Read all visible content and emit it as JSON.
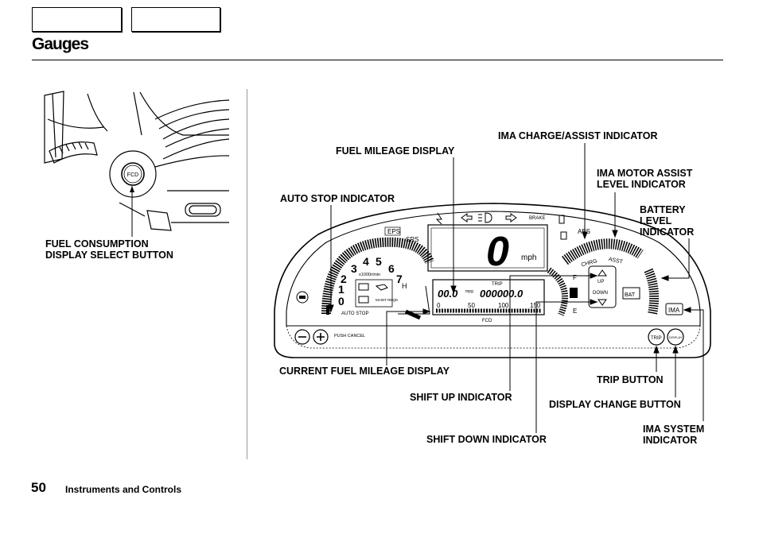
{
  "header": {
    "title": "Gauges"
  },
  "footer": {
    "page_number": "50",
    "section": "Instruments and Controls"
  },
  "left_figure": {
    "button_text": "FCD",
    "callout": [
      "FUEL CONSUMPTION",
      "DISPLAY SELECT BUTTON"
    ]
  },
  "gauge": {
    "eps": "EPS",
    "srs": "SRS",
    "brake": "BRAKE",
    "abs": "ABS",
    "speed": "0",
    "speed_unit": "mph",
    "tach_numbers": [
      "0",
      "1",
      "2",
      "3",
      "4",
      "5",
      "6",
      "7"
    ],
    "tach_unit": "x1000r/min",
    "maint": "MAINT REQD",
    "temp_h": "H",
    "auto_stop": "AUTO STOP",
    "trip_label": "TRIP",
    "mileage": "00.0",
    "mileage_unit": "mpg",
    "odometer": "000000.0",
    "bar_scale": [
      "0",
      "50",
      "100",
      "150"
    ],
    "fcd": "FCD",
    "charge_assist": [
      "CHRG",
      "ASST"
    ],
    "up": "UP",
    "down": "DOWN",
    "fuel_f": "F",
    "fuel_e": "E",
    "bat": "BAT",
    "ima": "IMA",
    "push_cancel": "PUSH CANCEL",
    "trip_button": "TRIP",
    "display_button": "DISPLAY"
  },
  "callouts": {
    "ima_charge_assist": "IMA CHARGE/ASSIST INDICATOR",
    "fuel_mileage": "FUEL MILEAGE DISPLAY",
    "ima_motor_assist": [
      "IMA MOTOR ASSIST",
      "LEVEL INDICATOR"
    ],
    "auto_stop": "AUTO STOP INDICATOR",
    "battery_level": [
      "BATTERY",
      "LEVEL",
      "INDICATOR"
    ],
    "current_fuel_mileage": "CURRENT FUEL MILEAGE DISPLAY",
    "trip_button": "TRIP BUTTON",
    "shift_up": "SHIFT UP INDICATOR",
    "display_change": "DISPLAY CHANGE BUTTON",
    "ima_system": [
      "IMA SYSTEM",
      "INDICATOR"
    ],
    "shift_down": "SHIFT DOWN INDICATOR"
  }
}
